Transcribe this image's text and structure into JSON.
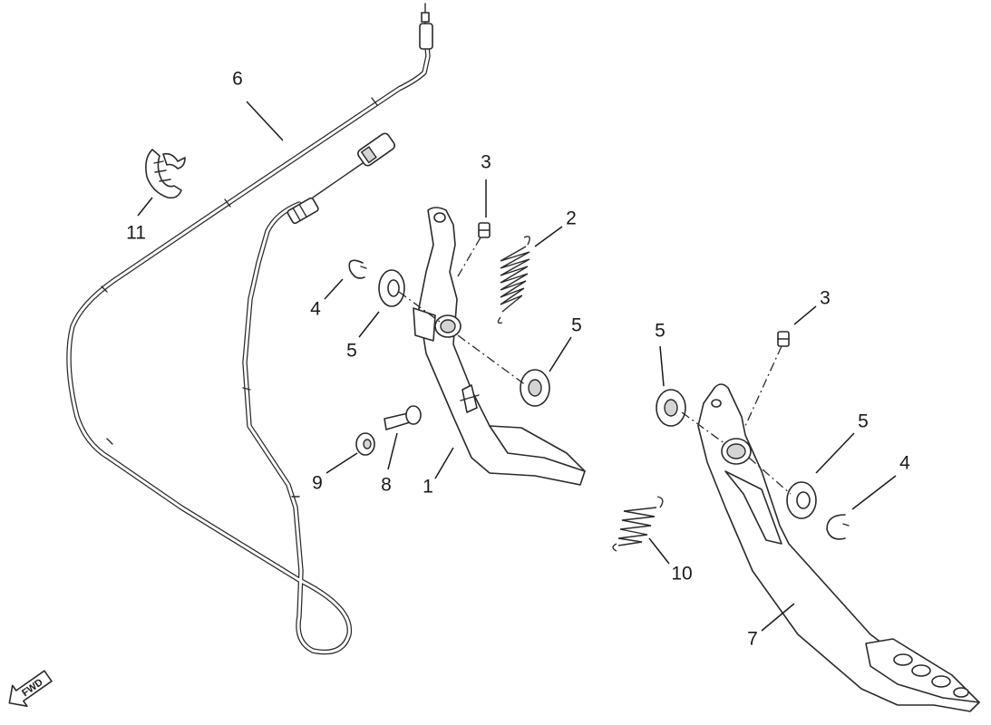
{
  "callouts": [
    {
      "id": "c1",
      "label": "1"
    },
    {
      "id": "c2",
      "label": "2"
    },
    {
      "id": "c3a",
      "label": "3"
    },
    {
      "id": "c3b",
      "label": "3"
    },
    {
      "id": "c4a",
      "label": "4"
    },
    {
      "id": "c4b",
      "label": "4"
    },
    {
      "id": "c5a",
      "label": "5"
    },
    {
      "id": "c5b",
      "label": "5"
    },
    {
      "id": "c5c",
      "label": "5"
    },
    {
      "id": "c5d",
      "label": "5"
    },
    {
      "id": "c6",
      "label": "6"
    },
    {
      "id": "c7",
      "label": "7"
    },
    {
      "id": "c8",
      "label": "8"
    },
    {
      "id": "c9",
      "label": "9"
    },
    {
      "id": "c10",
      "label": "10"
    },
    {
      "id": "c11",
      "label": "11"
    }
  ],
  "direction_badge": {
    "label": "FWD",
    "icon": "arrow-left-icon"
  }
}
